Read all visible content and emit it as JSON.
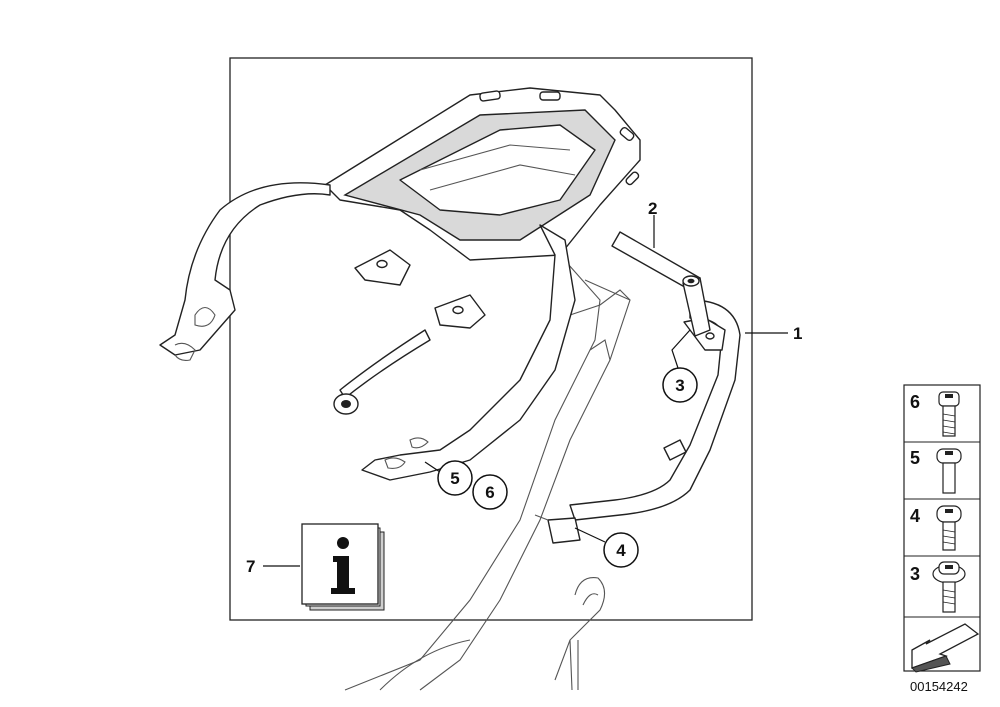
{
  "diagram": {
    "callouts": [
      {
        "id": "1",
        "label": "1"
      },
      {
        "id": "2",
        "label": "2"
      },
      {
        "id": "3",
        "label": "3"
      },
      {
        "id": "4",
        "label": "4"
      },
      {
        "id": "5",
        "label": "5"
      },
      {
        "id": "6",
        "label": "6"
      },
      {
        "id": "7",
        "label": "7"
      }
    ],
    "info_icon": "info-book-icon",
    "legend": {
      "items": [
        {
          "label": "6",
          "icon": "bolt-icon"
        },
        {
          "label": "5",
          "icon": "bolt-icon"
        },
        {
          "label": "4",
          "icon": "bolt-icon"
        },
        {
          "label": "3",
          "icon": "collar-bolt-icon"
        }
      ],
      "arrow_icon": "direction-arrow-icon"
    },
    "doc_number": "00154242"
  }
}
